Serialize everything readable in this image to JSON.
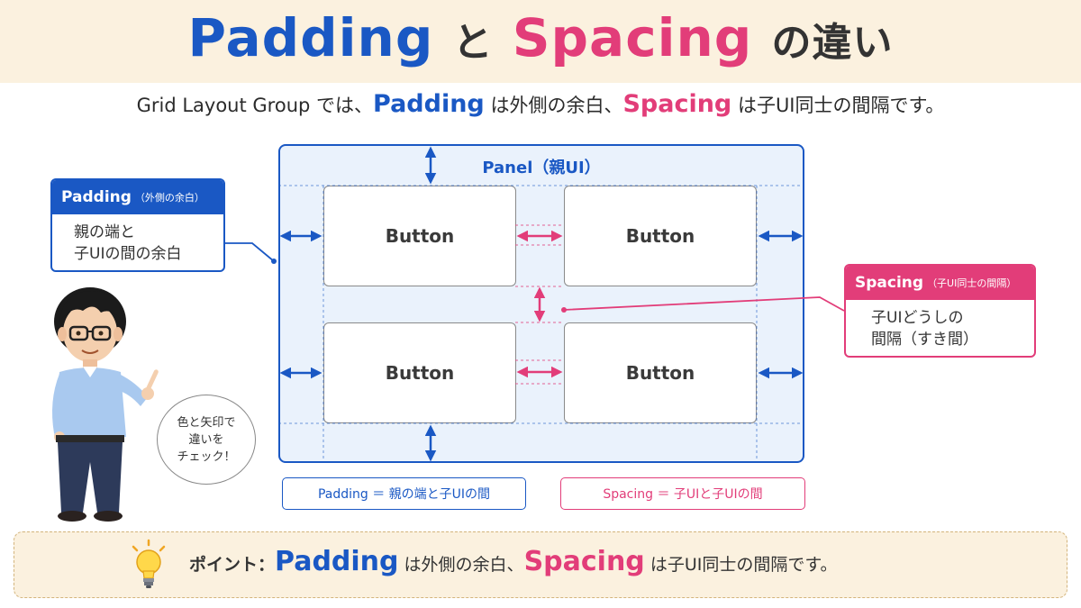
{
  "title": {
    "part1": "Padding",
    "part2": "と",
    "part3": "Spacing",
    "part4": "の違い"
  },
  "subtitle": {
    "prefix": "Grid Layout Group では、",
    "padding": "Padding",
    "mid": " は外側の余白、",
    "spacing": "Spacing",
    "suffix": " は子UI同士の間隔です。"
  },
  "panel": {
    "label": "Panel（親UI）",
    "buttons": [
      "Button",
      "Button",
      "Button",
      "Button"
    ]
  },
  "padding_callout": {
    "title": "Padding",
    "title_note": "（外側の余白）",
    "lines": [
      "親の端と",
      "子UIの間の余白"
    ]
  },
  "spacing_callout": {
    "title": "Spacing",
    "title_note": "（子UI同士の間隔）",
    "lines": [
      "子UIどうしの",
      "間隔（すき間）"
    ]
  },
  "legend": {
    "padding": "Padding ＝ 親の端と子UIの間",
    "spacing": "Spacing ＝ 子UIと子UIの間"
  },
  "speech_bubble": [
    "色と矢印で",
    "違いを",
    "チェック！"
  ],
  "point": {
    "label": "ポイント：",
    "padding": "Padding",
    "mid": " は外側の余白、",
    "spacing": "Spacing",
    "suffix": " は子UI同士の間隔です。"
  },
  "colors": {
    "padding": "#1a58c4",
    "spacing": "#e23d79",
    "title_band": "#fbf1df"
  }
}
